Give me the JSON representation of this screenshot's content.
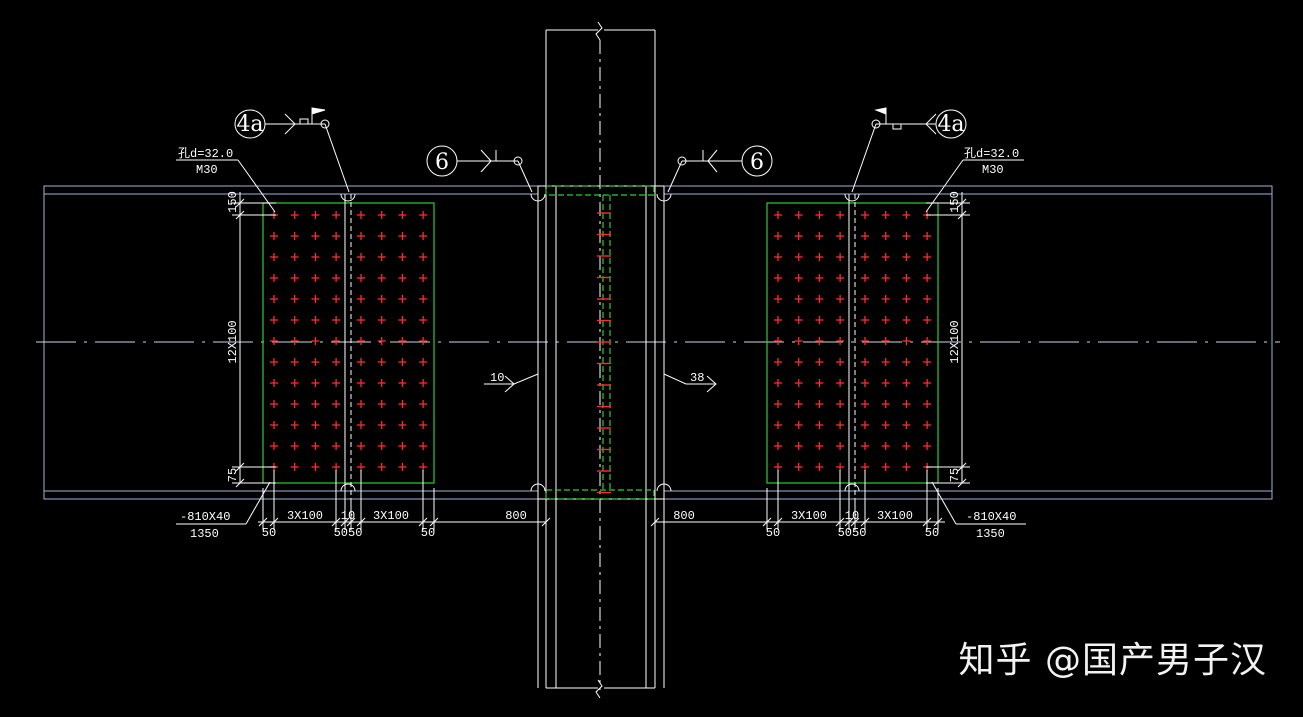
{
  "colors": {
    "background": "#000000",
    "line": "#ffffff",
    "beam_outline": "#9fb4d8",
    "plate": "#2ecc2e",
    "bolt": "#ff2a2a",
    "center_line": "#cfd6e6"
  },
  "bolt_grid": {
    "rows": 13,
    "columns_per_group": 4,
    "groups": 2
  },
  "labels": {
    "left": {
      "weld_symbol": "4a",
      "hole": "孔d=32.0",
      "bolt": "M30",
      "top_edge": "150",
      "spacing": "12X100",
      "bottom_edge": "75",
      "plate": "-810X40",
      "plate_len": "1350",
      "d_edge_a": "50",
      "d_pitch_a": "3X100",
      "d_gap": "10",
      "d_mid": "5050",
      "d_pitch_b": "3X100",
      "d_edge_b": "50"
    },
    "right": {
      "weld_symbol": "4a",
      "hole": "孔d=32.0",
      "bolt": "M30",
      "top_edge": "150",
      "spacing": "12X100",
      "bottom_edge": "75",
      "plate": "-810X40",
      "plate_len": "1350",
      "d_edge_a": "50",
      "d_pitch_a": "3X100",
      "d_gap": "10",
      "d_mid": "5050",
      "d_pitch_b": "3X100",
      "d_edge_b": "50"
    },
    "flange_weld_left": "6",
    "flange_weld_right": "6",
    "web_weld_left": "10",
    "web_weld_right": "38",
    "dist_left": "800",
    "dist_right": "800"
  },
  "watermark": "知乎 @国产男子汉"
}
